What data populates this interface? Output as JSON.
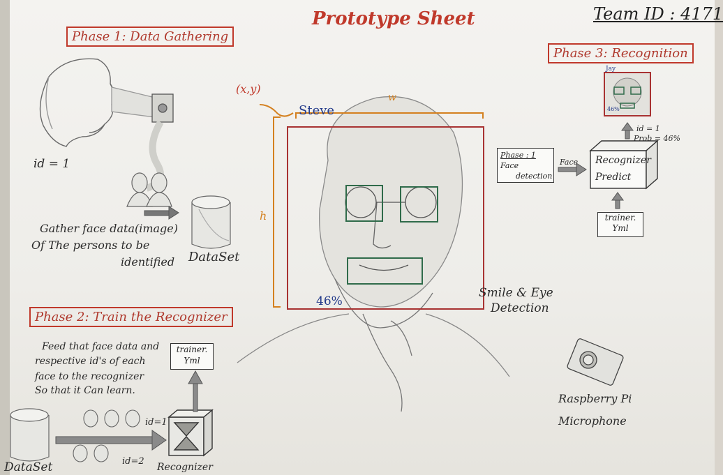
{
  "title": "Prototype Sheet",
  "team_id": "Team ID : 4171",
  "phase1": {
    "title": "Phase 1: Data Gathering",
    "id_label": "id = 1",
    "caption_line1": "Gather face data(image)",
    "caption_line2": "Of The persons to be",
    "caption_line3": "identified",
    "dataset_label": "DataSet"
  },
  "phase2": {
    "title": "Phase 2: Train the Recognizer",
    "text_line1": "Feed that face data and",
    "text_line2": "respective id's of each",
    "text_line3": "face to the recognizer",
    "text_line4": "So that it Can learn.",
    "trainer_label1": "trainer.",
    "trainer_label2": "Yml",
    "id1": "id=1",
    "id2": "id=2",
    "dataset_label": "DataSet",
    "recognizer_label": "Recognizer"
  },
  "phase3": {
    "title": "Phase 3: Recognition",
    "face_name": "Jay",
    "face_prob": "46%",
    "result_id": "id = 1",
    "result_prob": "Prob = 46%",
    "phase_box_title": "Phase : 1",
    "phase_box_line1": "Face",
    "phase_box_line2": "detection",
    "arrow_label": "Face",
    "recognizer_line1": "Recognizer",
    "recognizer_line2": "Predict",
    "trainer_line1": "trainer.",
    "trainer_line2": "Yml"
  },
  "center": {
    "coord_label": "(x,y)",
    "name_label": "Steve",
    "w_label": "w",
    "h_label": "h",
    "prob_label": "46%",
    "smile_line1": "Smile & Eye",
    "smile_line2": "Detection"
  },
  "hardware": {
    "line1": "Raspberry Pi",
    "line2": "Microphone"
  },
  "colors": {
    "title_red": "#c0392b",
    "frame_orange": "#d4801f",
    "frame_red": "#a83232",
    "eye_green": "#2f6b4a",
    "text_blue": "#233a8a"
  }
}
